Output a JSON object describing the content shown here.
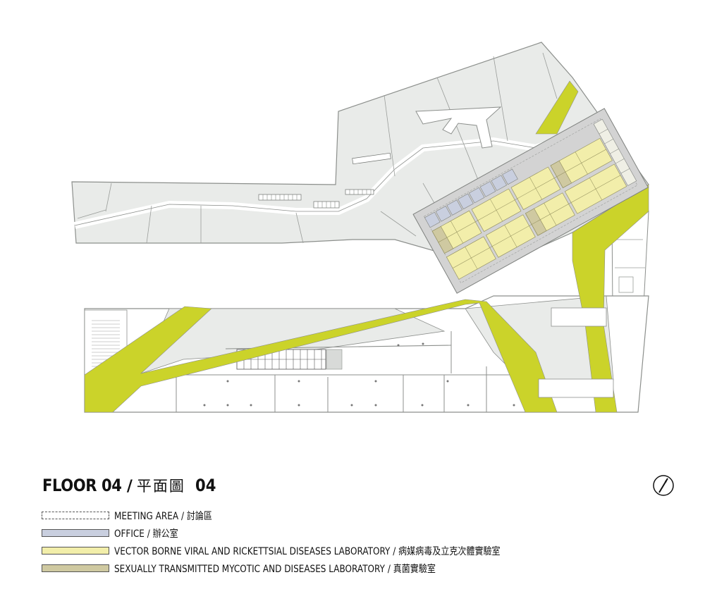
{
  "title": {
    "main": "FLOOR 04",
    "separator": "/",
    "chinese": "平面圖",
    "number": "04"
  },
  "legend": [
    {
      "label": "MEETING AREA / 討論區",
      "swatch_fill": "#ffffff",
      "swatch_border": "dashed"
    },
    {
      "label": "OFFICE / 辦公室",
      "swatch_fill": "#c9cfdf",
      "swatch_border": "solid"
    },
    {
      "label": "VECTOR BORNE VIRAL AND RICKETTSIAL DISEASES LABORATORY / 病媒病毒及立克次體實驗室",
      "swatch_fill": "#f2eeaa",
      "swatch_border": "solid"
    },
    {
      "label": "SEXUALLY TRANSMITTED MYCOTIC AND DISEASES LABORATORY / 真菌實驗室",
      "swatch_fill": "#cfc9a1",
      "swatch_border": "solid"
    }
  ],
  "colors": {
    "plan_fill": "#e9ebe9",
    "plan_stroke": "#8c8f8c",
    "green_band": "#cbd32a",
    "lab_block": "#d3d3d3",
    "office": "#c9cfdf",
    "vector_lab": "#f2eeaa",
    "mycotic_lab": "#cfc9a1"
  },
  "icons": {
    "north_arrow": "north-arrow-icon"
  }
}
